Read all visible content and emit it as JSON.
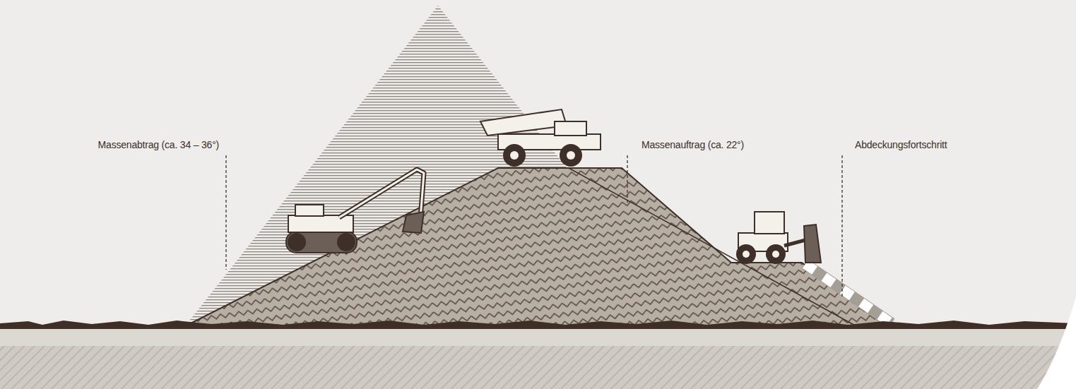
{
  "diagram": {
    "labels": [
      "Massenabtrag (ca. 34 – 36°)",
      "Massenauftrag (ca. 22°)",
      "Abdeckungsfortschritt"
    ]
  }
}
